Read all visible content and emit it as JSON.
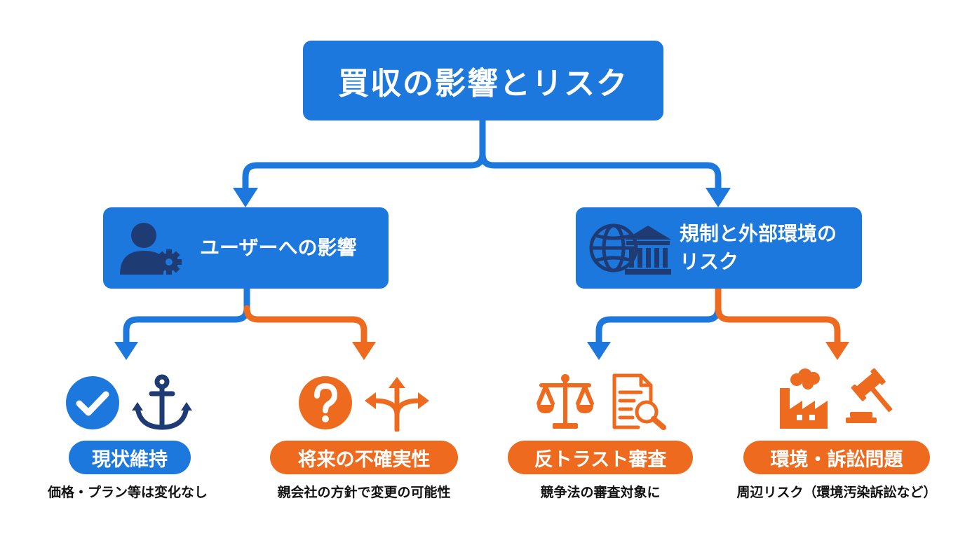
{
  "title": "買収の影響とリスク",
  "branches": [
    {
      "label": "ユーザーへの影響",
      "icon": "user-gear-icon",
      "leaves": [
        {
          "label": "現状維持",
          "description": "価格・プラン等は変化なし",
          "color": "#1d78dd",
          "icons": [
            "check-circle-icon",
            "anchor-icon"
          ]
        },
        {
          "label": "将来の不確実性",
          "description": "親会社の方針で変更の可能性",
          "color": "#ee6a1f",
          "icons": [
            "question-circle-icon",
            "split-arrows-icon"
          ]
        }
      ]
    },
    {
      "label": "規制と外部環境の リスク",
      "label_lines": [
        "規制と外部環境の",
        "リスク"
      ],
      "icon": "globe-bank-icon",
      "leaves": [
        {
          "label": "反トラスト審査",
          "description": "競争法の審査対象に",
          "color": "#ee6a1f",
          "icons": [
            "scales-icon",
            "document-search-icon"
          ]
        },
        {
          "label": "環境・訴訟問題",
          "description": "周辺リスク（環境汚染訴訟など）",
          "color": "#ee6a1f",
          "icons": [
            "factory-icon",
            "gavel-icon"
          ]
        }
      ]
    }
  ],
  "colors": {
    "blue": "#1d78dd",
    "orange": "#ee6a1f",
    "navy": "#1f3b73"
  }
}
